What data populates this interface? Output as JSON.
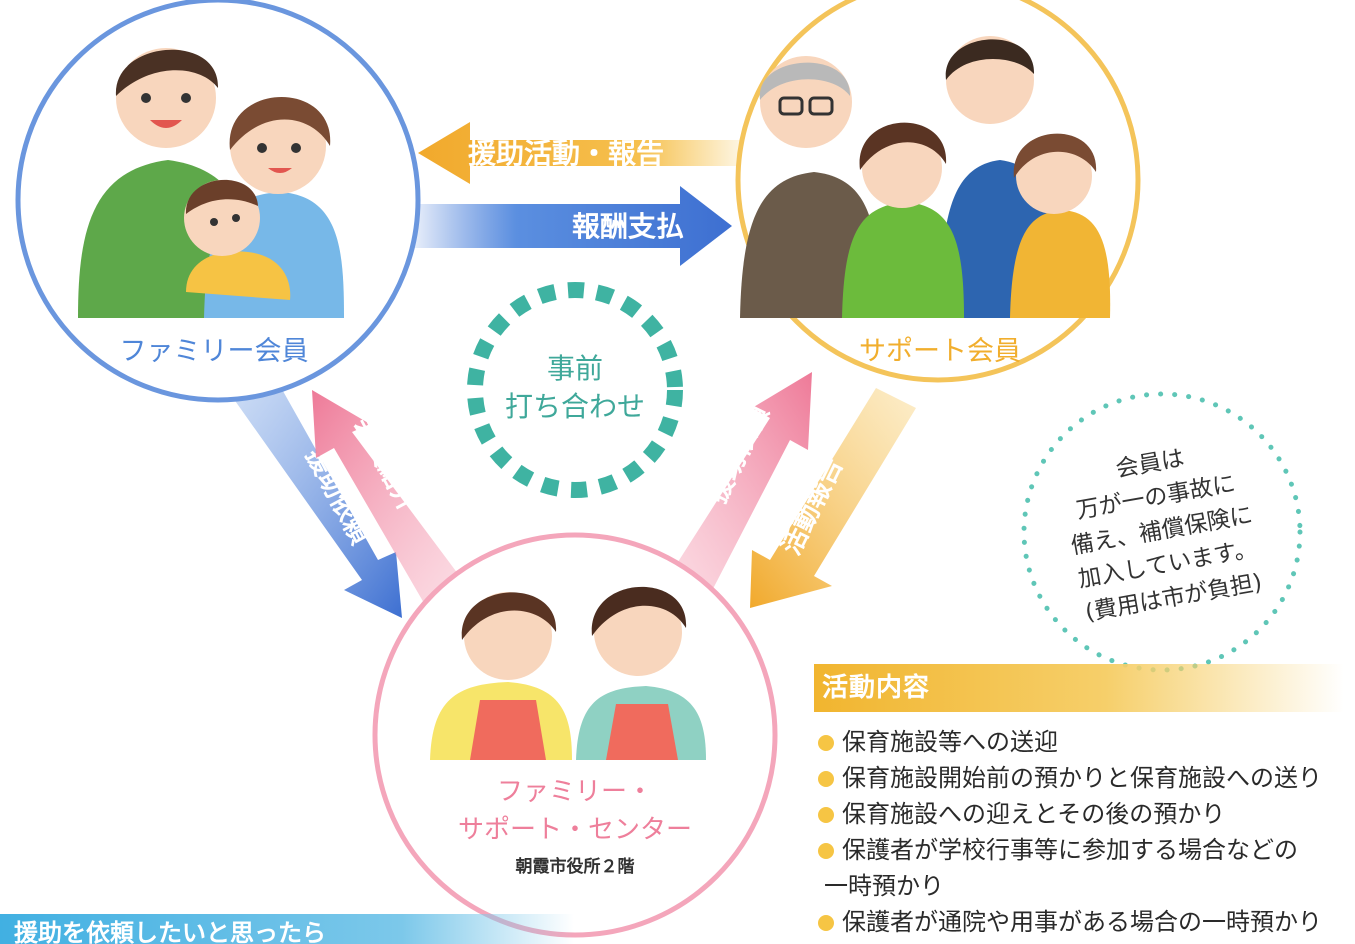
{
  "members": {
    "family": "ファミリー会員",
    "support": "サポート会員",
    "center_line1": "ファミリー・",
    "center_line2": "サポート・センター",
    "center_sub": "朝霞市役所２階"
  },
  "flows": {
    "top_left": "援助活動・報告",
    "top_right": "報酬支払",
    "left_down": "援助依頼",
    "left_up": "会員紹介",
    "right_up": "援助依頼",
    "right_down": "活動報告"
  },
  "center_badge": {
    "line1": "事前",
    "line2": "打ち合わせ"
  },
  "insurance_note": [
    "会員は",
    "万が一の事故に",
    "備え、補償保険に",
    "加入しています。",
    "(費用は市が負担)"
  ],
  "activities": {
    "title": "活動内容",
    "items": [
      "保育施設等への送迎",
      "保育施設開始前の預かりと保育施設への送り",
      "保育施設への迎えとその後の預かり",
      "保護者が学校行事等に参加する場合などの",
      "一時預かり",
      "保護者が通院や用事がある場合の一時預かり"
    ]
  },
  "bottom_banner": "援助を依頼したいと思ったら",
  "colors": {
    "family": "#4f86d8",
    "support": "#f3b53a",
    "center": "#f07f9c",
    "teal": "#3fb3a2"
  }
}
